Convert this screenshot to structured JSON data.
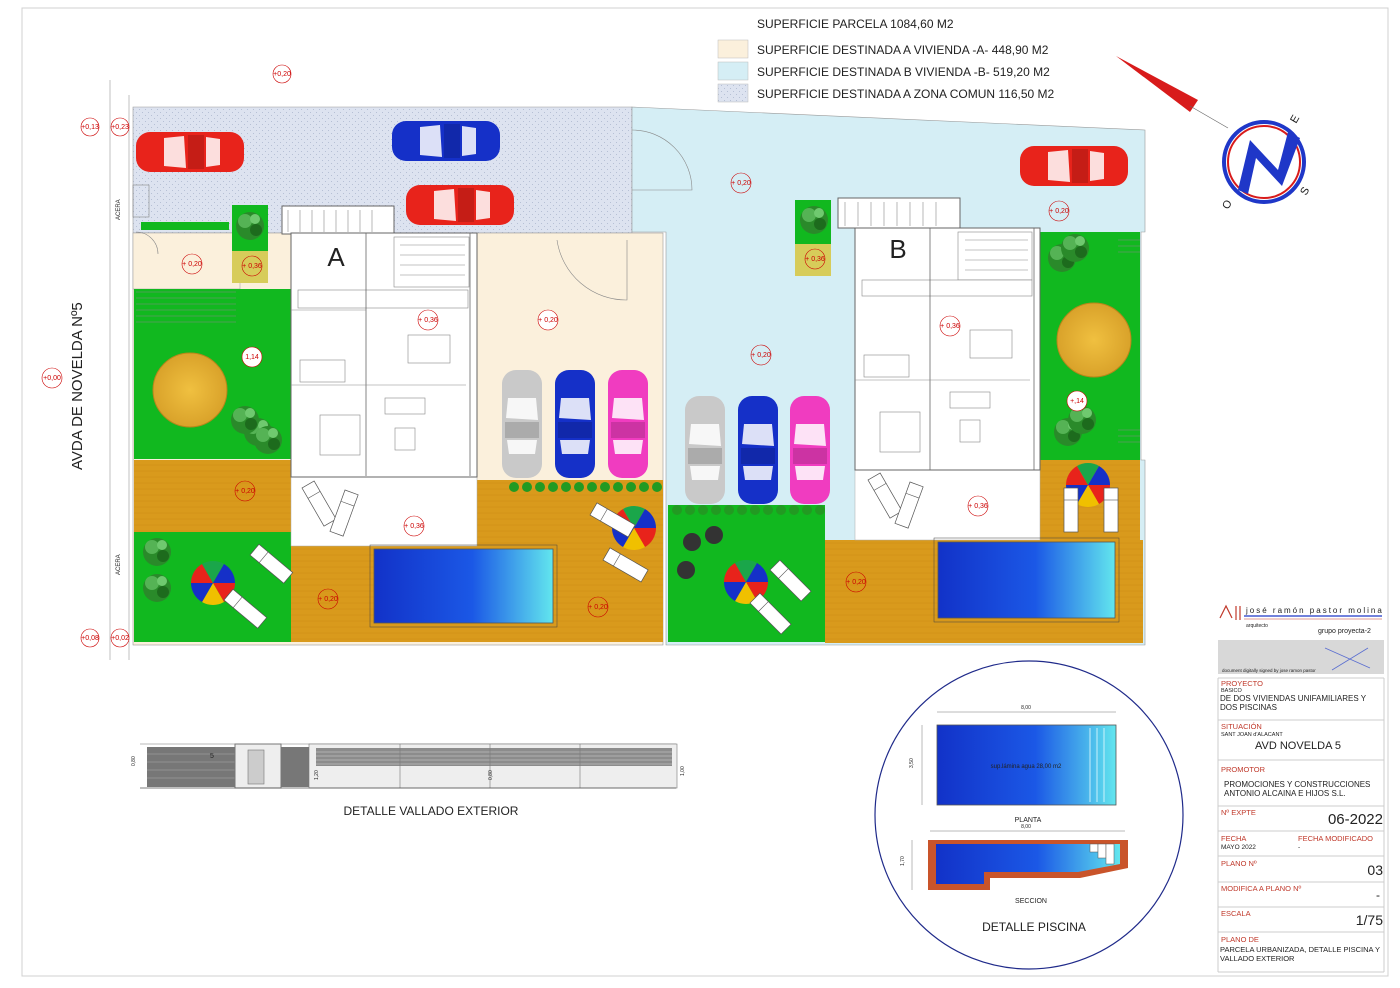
{
  "legend": {
    "plot_area": "SUPERFICIE PARCELA 1084,60 M2",
    "items": [
      {
        "label": "SUPERFICIE DESTINADA A VIVIENDA -A- 448,90 M2",
        "color": "#fbf0dc"
      },
      {
        "label": "SUPERFICIE DESTINADA B  VIVIENDA -B- 519,20 M2",
        "color": "#d5eef5"
      },
      {
        "label": "SUPERFICIE DESTINADA A ZONA COMUN 116,50 M2",
        "color": "#dde3f0"
      }
    ]
  },
  "street": "AVDA DE NOVELDA Nº5",
  "sidewalk": "ACERA",
  "houses": {
    "a": "A",
    "b": "B"
  },
  "levels": {
    "l020": "+0,20",
    "l013": "+0,13",
    "l023": "+0,23",
    "l000": "+0,00",
    "l008": "+0,08",
    "l002": "+0,02",
    "l036": "+0,36",
    "l114": "1,14",
    "l014": "+,14",
    "m020": "+ 0,20",
    "m036": "+ 0,36"
  },
  "compass": {
    "n": "N",
    "e": "E",
    "s": "S",
    "o": "O"
  },
  "fence": {
    "title": "DETALLE VALLADO EXTERIOR",
    "gate_no": "5",
    "d1": "0,80",
    "d2": "1,20",
    "d3": "0,80",
    "d4": "1,00"
  },
  "pool": {
    "title": "DETALLE PISCINA",
    "plan_label": "PLANTA",
    "section_label": "SECCION",
    "water_label": "sup.lámina agua 28,00 m2",
    "length": "8,00",
    "width": "3,50",
    "depth": "1,70"
  },
  "title_block": {
    "firm_name": "josé ramón pastor molina",
    "firm_sub": "arquitecto",
    "group": "grupo proyecta-2",
    "signed": "document digitally signed by jose ramon pastor",
    "proyecto_label": "PROYECTO",
    "proyecto_sub": "BASICO",
    "proyecto": "DE DOS VIVIENDAS UNIFAMILIARES Y DOS PISCINAS",
    "situacion_label": "SITUACIÓN",
    "situacion_sub": "SANT JOAN d'ALACANT",
    "situacion": "AVD NOVELDA 5",
    "promotor_label": "PROMOTOR",
    "promotor": "PROMOCIONES Y CONSTRUCCIONES ANTONIO ALCAINA E HIJOS S.L.",
    "expte_label": "Nº EXPTE",
    "expte": "06-2022",
    "fecha_label": "FECHA",
    "fecha": "MAYO 2022",
    "fecha_mod_label": "FECHA MODIFICADO",
    "fecha_mod": "-",
    "plano_label": "PLANO Nº",
    "plano": "03",
    "modifica_label": "MODIFICA A PLANO Nº",
    "modifica": "-",
    "escala_label": "ESCALA",
    "escala": "1/75",
    "plano_de_label": "PLANO DE",
    "plano_de": "PARCELA URBANIZADA, DETALLE PISCINA Y VALLADO EXTERIOR"
  },
  "colors": {
    "house_a_zone": "#fbf0dc",
    "house_b_zone": "#d5eef5",
    "common_zone": "#dde3f0",
    "lawn": "#11b81f",
    "deck": "#d99a1c",
    "pool": "#1a3fd0",
    "car_red": "#e8231b",
    "car_blue": "#1530c8",
    "car_pink": "#f03cc0",
    "car_grey": "#c9c9c9",
    "compass_red": "#d81b1b",
    "compass_blue": "#1f37c8"
  }
}
